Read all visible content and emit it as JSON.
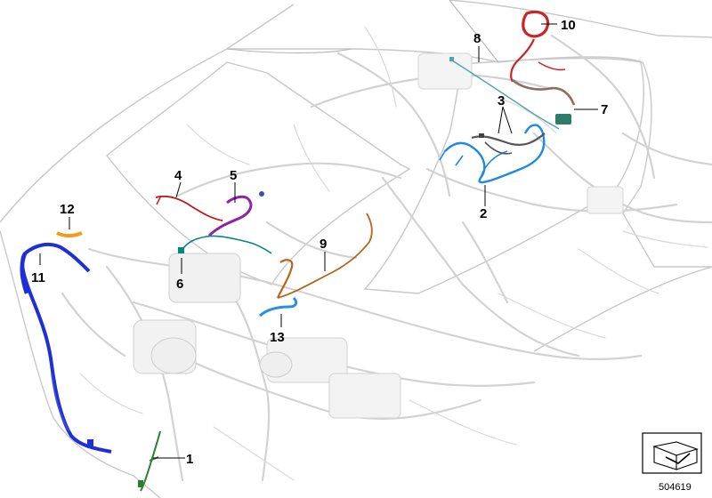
{
  "diagram": {
    "reference_number": "504619",
    "callouts": [
      {
        "id": "1",
        "label": "1",
        "color": "#2e7d32"
      },
      {
        "id": "2",
        "label": "2",
        "color": "#1e88e5"
      },
      {
        "id": "3",
        "label": "3",
        "color": "#555555"
      },
      {
        "id": "4",
        "label": "4",
        "color": "#b71c1c"
      },
      {
        "id": "5",
        "label": "5",
        "color": "#8e24aa"
      },
      {
        "id": "6",
        "label": "6",
        "color": "#00897b"
      },
      {
        "id": "7",
        "label": "7",
        "color": "#2e7d6b"
      },
      {
        "id": "8",
        "label": "8",
        "color": "#4fa3b8"
      },
      {
        "id": "9",
        "label": "9",
        "color": "#b5651d"
      },
      {
        "id": "10",
        "label": "10",
        "color": "#c62828"
      },
      {
        "id": "11",
        "label": "11",
        "color": "#1f2fd6"
      },
      {
        "id": "12",
        "label": "12",
        "color": "#f59a1a"
      },
      {
        "id": "13",
        "label": "13",
        "color": "#2a8de0"
      }
    ]
  }
}
